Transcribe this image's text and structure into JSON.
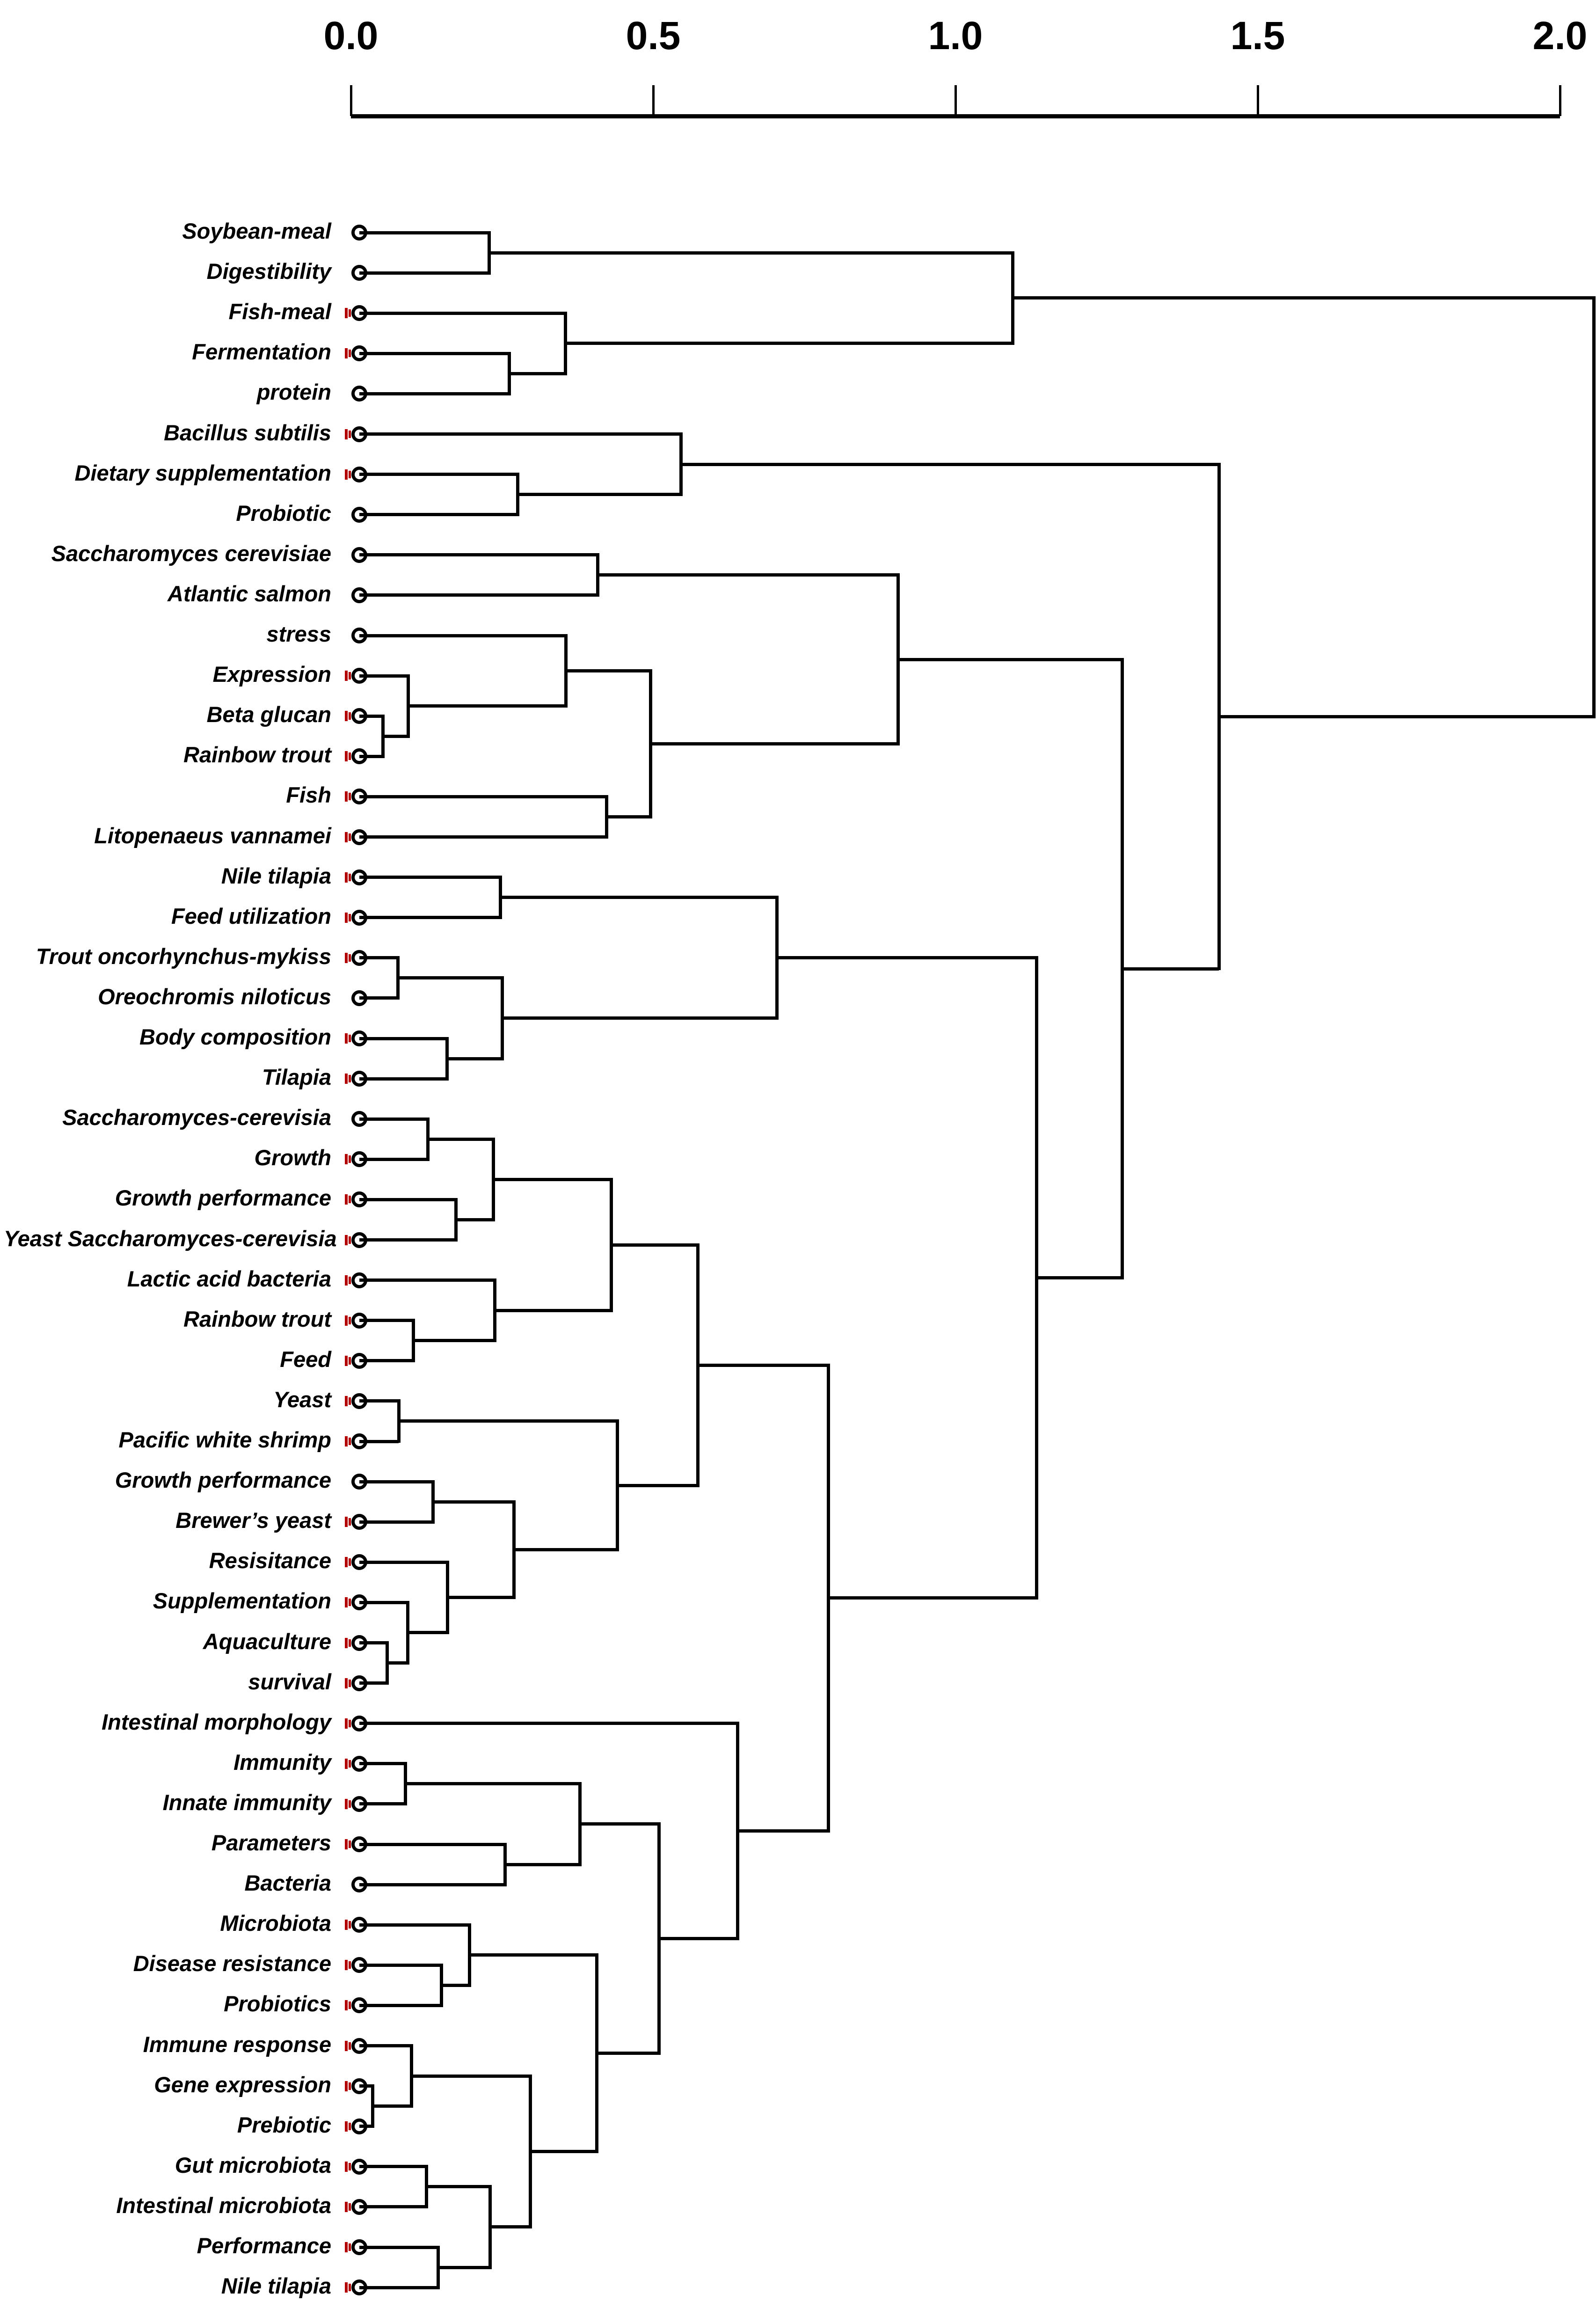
{
  "chart_data": {
    "type": "dendrogram",
    "orientation": "horizontal-leaves-left",
    "title": "",
    "axis": {
      "position": "top",
      "min": 0.0,
      "max": 2.0,
      "tick_values": [
        0.0,
        0.5,
        1.0,
        1.5,
        2.0
      ],
      "tick_labels": [
        "0.0",
        "0.5",
        "1.0",
        "1.5",
        "2.0"
      ]
    },
    "colors": {
      "line": "#000000",
      "red_tick": "#b30000",
      "text": "#000000",
      "background": "#ffffff"
    },
    "leaves": [
      {
        "label": "Soybean-meal",
        "red_tick": false
      },
      {
        "label": "Digestibility",
        "red_tick": false
      },
      {
        "label": "Fish-meal",
        "red_tick": true
      },
      {
        "label": "Fermentation",
        "red_tick": true
      },
      {
        "label": "protein",
        "red_tick": false
      },
      {
        "label": "Bacillus subtilis",
        "red_tick": true
      },
      {
        "label": "Dietary supplementation",
        "red_tick": true
      },
      {
        "label": "Probiotic",
        "red_tick": false
      },
      {
        "label": "Saccharomyces cerevisiae",
        "red_tick": false
      },
      {
        "label": "Atlantic salmon",
        "red_tick": false
      },
      {
        "label": "stress",
        "red_tick": false
      },
      {
        "label": "Expression",
        "red_tick": true
      },
      {
        "label": "Beta glucan",
        "red_tick": true
      },
      {
        "label": "Rainbow trout",
        "red_tick": true
      },
      {
        "label": "Fish",
        "red_tick": true
      },
      {
        "label": "Litopenaeus vannamei",
        "red_tick": true
      },
      {
        "label": "Nile tilapia",
        "red_tick": true
      },
      {
        "label": "Feed utilization",
        "red_tick": true
      },
      {
        "label": "Trout oncorhynchus-mykiss",
        "red_tick": true
      },
      {
        "label": "Oreochromis niloticus",
        "red_tick": false
      },
      {
        "label": "Body composition",
        "red_tick": true
      },
      {
        "label": "Tilapia",
        "red_tick": true
      },
      {
        "label": "Saccharomyces-cerevisia",
        "red_tick": false
      },
      {
        "label": "Growth",
        "red_tick": true
      },
      {
        "label": "Growth performance",
        "red_tick": true
      },
      {
        "label": "Yeast Saccharomyces-cerevisia",
        "red_tick": true
      },
      {
        "label": "Lactic acid bacteria",
        "red_tick": true
      },
      {
        "label": "Rainbow trout",
        "red_tick": true
      },
      {
        "label": "Feed",
        "red_tick": true
      },
      {
        "label": "Yeast",
        "red_tick": true
      },
      {
        "label": "Pacific white shrimp",
        "red_tick": true
      },
      {
        "label": "Growth performance",
        "red_tick": false
      },
      {
        "label": "Brewer’s yeast",
        "red_tick": true
      },
      {
        "label": "Resisitance",
        "red_tick": true
      },
      {
        "label": "Supplementation",
        "red_tick": true
      },
      {
        "label": "Aquaculture",
        "red_tick": true
      },
      {
        "label": "survival",
        "red_tick": true
      },
      {
        "label": "Intestinal morphology",
        "red_tick": true
      },
      {
        "label": "Immunity",
        "red_tick": true
      },
      {
        "label": "Innate immunity",
        "red_tick": true
      },
      {
        "label": "Parameters",
        "red_tick": true
      },
      {
        "label": "Bacteria",
        "red_tick": false
      },
      {
        "label": "Microbiota",
        "red_tick": true
      },
      {
        "label": "Disease resistance",
        "red_tick": true
      },
      {
        "label": "Probiotics",
        "red_tick": true
      },
      {
        "label": "Immune response",
        "red_tick": true
      },
      {
        "label": "Gene expression",
        "red_tick": true
      },
      {
        "label": "Prebiotic",
        "red_tick": true
      },
      {
        "label": "Gut microbiota",
        "red_tick": true
      },
      {
        "label": "Intestinal microbiota",
        "red_tick": true
      },
      {
        "label": "Performance",
        "red_tick": true
      },
      {
        "label": "Nile tilapia",
        "red_tick": true
      }
    ],
    "linkage": {
      "d": 2.056,
      "children": [
        {
          "d": 1.095,
          "children": [
            {
              "d": 0.229,
              "children": [
                {
                  "leaf": 0
                },
                {
                  "leaf": 1
                }
              ]
            },
            {
              "d": 0.355,
              "children": [
                {
                  "leaf": 2
                },
                {
                  "d": 0.262,
                  "children": [
                    {
                      "leaf": 3
                    },
                    {
                      "leaf": 4
                    }
                  ]
                }
              ]
            }
          ]
        },
        {
          "d": 1.436,
          "children": [
            {
              "d": 0.546,
              "children": [
                {
                  "leaf": 5
                },
                {
                  "d": 0.276,
                  "children": [
                    {
                      "leaf": 6
                    },
                    {
                      "leaf": 7
                    }
                  ]
                }
              ]
            },
            {
              "d": 1.276,
              "children": [
                {
                  "d": 0.905,
                  "children": [
                    {
                      "d": 0.408,
                      "children": [
                        {
                          "leaf": 8
                        },
                        {
                          "leaf": 9
                        }
                      ]
                    },
                    {
                      "d": 0.496,
                      "children": [
                        {
                          "d": 0.356,
                          "children": [
                            {
                              "leaf": 10
                            },
                            {
                              "d": 0.095,
                              "children": [
                                {
                                  "leaf": 11
                                },
                                {
                                  "d": 0.053,
                                  "children": [
                                    {
                                      "leaf": 12
                                    },
                                    {
                                      "leaf": 13
                                    }
                                  ]
                                }
                              ]
                            }
                          ]
                        },
                        {
                          "d": 0.423,
                          "children": [
                            {
                              "leaf": 14
                            },
                            {
                              "leaf": 15
                            }
                          ]
                        }
                      ]
                    }
                  ]
                },
                {
                  "d": 1.134,
                  "children": [
                    {
                      "d": 0.705,
                      "children": [
                        {
                          "d": 0.247,
                          "children": [
                            {
                              "leaf": 16
                            },
                            {
                              "leaf": 17
                            }
                          ]
                        },
                        {
                          "d": 0.25,
                          "children": [
                            {
                              "d": 0.078,
                              "children": [
                                {
                                  "leaf": 18
                                },
                                {
                                  "leaf": 19
                                }
                              ]
                            },
                            {
                              "d": 0.159,
                              "children": [
                                {
                                  "leaf": 20
                                },
                                {
                                  "leaf": 21
                                }
                              ]
                            }
                          ]
                        }
                      ]
                    },
                    {
                      "d": 0.79,
                      "children": [
                        {
                          "d": 0.574,
                          "children": [
                            {
                              "d": 0.431,
                              "children": [
                                {
                                  "d": 0.236,
                                  "children": [
                                    {
                                      "d": 0.127,
                                      "children": [
                                        {
                                          "leaf": 22
                                        },
                                        {
                                          "leaf": 23
                                        }
                                      ]
                                    },
                                    {
                                      "d": 0.174,
                                      "children": [
                                        {
                                          "leaf": 24
                                        },
                                        {
                                          "leaf": 25
                                        }
                                      ]
                                    }
                                  ]
                                },
                                {
                                  "d": 0.238,
                                  "children": [
                                    {
                                      "leaf": 26
                                    },
                                    {
                                      "d": 0.103,
                                      "children": [
                                        {
                                          "leaf": 27
                                        },
                                        {
                                          "leaf": 28
                                        }
                                      ]
                                    }
                                  ]
                                }
                              ]
                            },
                            {
                              "d": 0.441,
                              "children": [
                                {
                                  "d": 0.079,
                                  "children": [
                                    {
                                      "leaf": 29
                                    },
                                    {
                                      "leaf": 30
                                    }
                                  ]
                                },
                                {
                                  "d": 0.27,
                                  "children": [
                                    {
                                      "d": 0.136,
                                      "children": [
                                        {
                                          "leaf": 31
                                        },
                                        {
                                          "leaf": 32
                                        }
                                      ]
                                    },
                                    {
                                      "d": 0.16,
                                      "children": [
                                        {
                                          "leaf": 33
                                        },
                                        {
                                          "d": 0.094,
                                          "children": [
                                            {
                                              "leaf": 34
                                            },
                                            {
                                              "d": 0.06,
                                              "children": [
                                                {
                                                  "leaf": 35
                                                },
                                                {
                                                  "leaf": 36
                                                }
                                              ]
                                            }
                                          ]
                                        }
                                      ]
                                    }
                                  ]
                                }
                              ]
                            }
                          ]
                        },
                        {
                          "d": 0.64,
                          "children": [
                            {
                              "leaf": 37
                            },
                            {
                              "d": 0.51,
                              "children": [
                                {
                                  "d": 0.379,
                                  "children": [
                                    {
                                      "d": 0.09,
                                      "children": [
                                        {
                                          "leaf": 38
                                        },
                                        {
                                          "leaf": 39
                                        }
                                      ]
                                    },
                                    {
                                      "d": 0.255,
                                      "children": [
                                        {
                                          "leaf": 40
                                        },
                                        {
                                          "leaf": 41
                                        }
                                      ]
                                    }
                                  ]
                                },
                                {
                                  "d": 0.407,
                                  "children": [
                                    {
                                      "d": 0.196,
                                      "children": [
                                        {
                                          "leaf": 42
                                        },
                                        {
                                          "d": 0.15,
                                          "children": [
                                            {
                                              "leaf": 43
                                            },
                                            {
                                              "leaf": 44
                                            }
                                          ]
                                        }
                                      ]
                                    },
                                    {
                                      "d": 0.297,
                                      "children": [
                                        {
                                          "d": 0.1,
                                          "children": [
                                            {
                                              "leaf": 45
                                            },
                                            {
                                              "d": 0.036,
                                              "children": [
                                                {
                                                  "leaf": 46
                                                },
                                                {
                                                  "leaf": 47
                                                }
                                              ]
                                            }
                                          ]
                                        },
                                        {
                                          "d": 0.23,
                                          "children": [
                                            {
                                              "d": 0.125,
                                              "children": [
                                                {
                                                  "leaf": 48
                                                },
                                                {
                                                  "leaf": 49
                                                }
                                              ]
                                            },
                                            {
                                              "d": 0.144,
                                              "children": [
                                                {
                                                  "leaf": 50
                                                },
                                                {
                                                  "leaf": 51
                                                }
                                              ]
                                            }
                                          ]
                                        }
                                      ]
                                    }
                                  ]
                                }
                              ]
                            }
                          ]
                        }
                      ]
                    }
                  ]
                }
              ]
            }
          ]
        }
      ]
    }
  }
}
